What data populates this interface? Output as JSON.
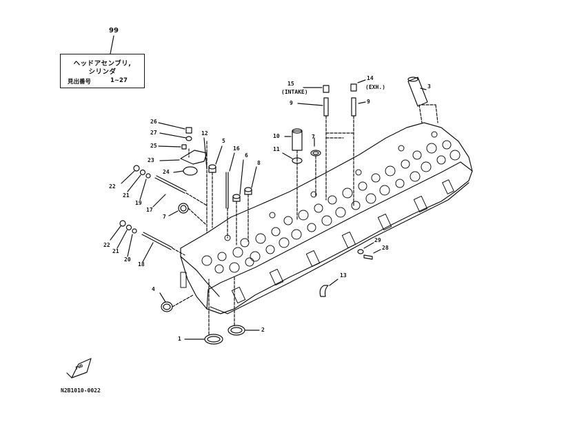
{
  "assembly_number": "99",
  "title_box": {
    "line1": "ヘッドアセンブリ,",
    "line2": "シリンダ",
    "index_label": "見出番号",
    "index_range": "1~27"
  },
  "callouts": {
    "p1": "1",
    "p2": "2",
    "p3": "3",
    "p4": "4",
    "p5": "5",
    "p6": "6",
    "p7a": "7",
    "p7b": "7",
    "p8": "8",
    "p9a": "9",
    "p9b": "9",
    "p10": "10",
    "p11": "11",
    "p12": "12",
    "p13": "13",
    "p14": "14",
    "p15": "15",
    "p16": "16",
    "p17": "17",
    "p18": "18",
    "p19": "19",
    "p20": "20",
    "p21a": "21",
    "p21b": "21",
    "p22a": "22",
    "p22b": "22",
    "p23": "23",
    "p24": "24",
    "p25": "25",
    "p26": "26",
    "p27": "27",
    "p28": "28",
    "p29": "29"
  },
  "intake_label": "(INTAKE)",
  "exh_label": "(EXH.)",
  "front_arrow_label": "FWD",
  "drawing_code": "N2B1010-0022"
}
